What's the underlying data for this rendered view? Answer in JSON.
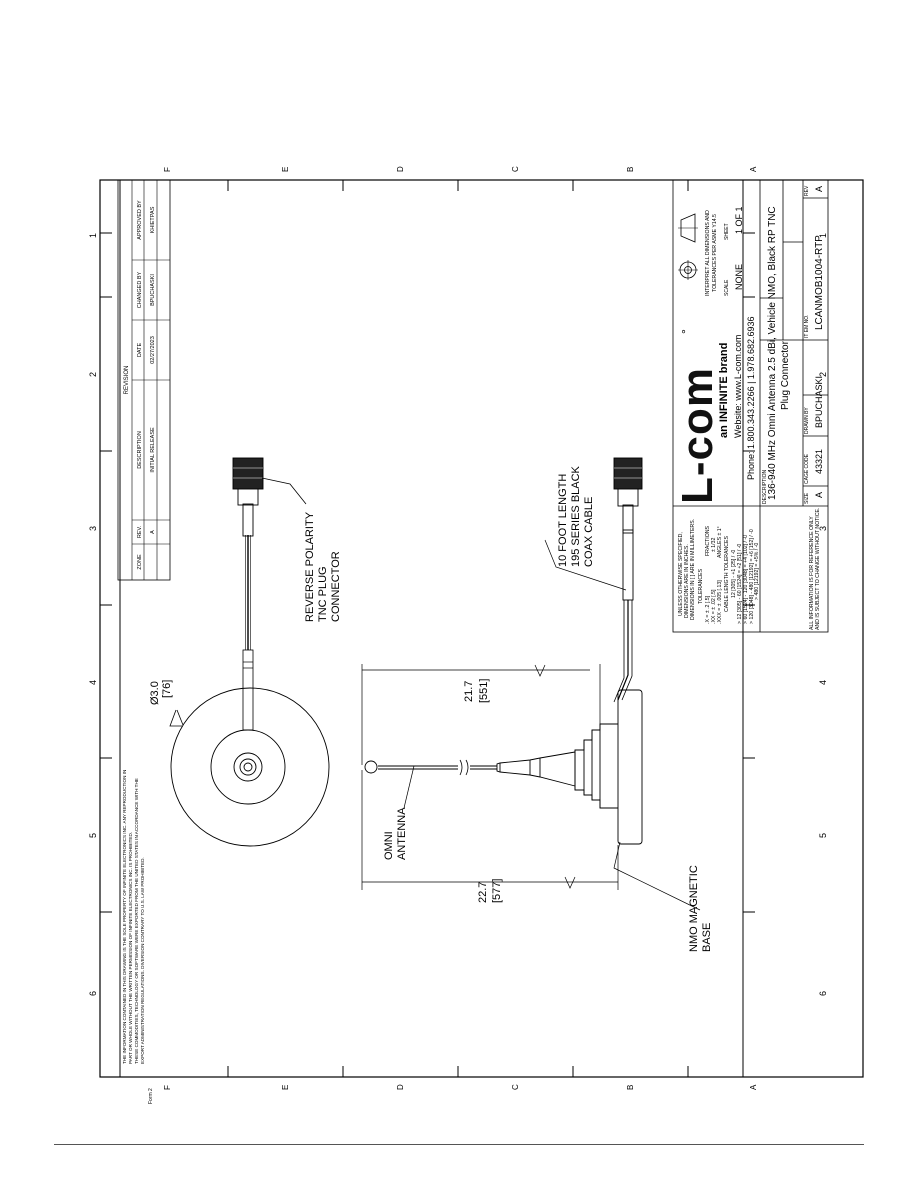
{
  "revision_block": {
    "title": "REVISION",
    "headers": {
      "zone": "ZONE",
      "rev": "REV.",
      "description": "DESCRIPTION",
      "date": "DATE",
      "changed_by": "CHANGED BY",
      "approved_by": "APPROVED BY"
    },
    "row": {
      "zone": "",
      "rev": "A",
      "description": "INITIAL RELEASE",
      "date": "02/27/2023",
      "changed_by": "BPUCHASKI",
      "approved_by": "KHIETPAS"
    }
  },
  "zones": {
    "numbers": [
      "1",
      "2",
      "3",
      "4",
      "5",
      "6"
    ],
    "letters": [
      "F",
      "E",
      "D",
      "C",
      "B",
      "A"
    ]
  },
  "callouts": {
    "diameter": "Ø3.0",
    "diameter_mm": "[76]",
    "connector": [
      "REVERSE POLARITY",
      "TNC PLUG",
      "CONNECTOR"
    ],
    "cable": [
      "10 FOOT LENGTH",
      "195 SERIES BLACK",
      "COAX CABLE"
    ],
    "antenna": [
      "OMNI",
      "ANTENNA"
    ],
    "base": [
      "NMO MAGNETIC",
      "BASE"
    ],
    "dim_a": "21.7",
    "dim_a_mm": "[551]",
    "dim_b": "22.7",
    "dim_b_mm": "[577]"
  },
  "title_block": {
    "logo": "L-com",
    "logo_mark": "°",
    "brand": "an INFINITE brand",
    "website": "Website: www.L-com.com",
    "phone": "Phone: 1.800.343.2266 | 1.978.682.6936",
    "tolerance_note": [
      "UNLESS OTHERWISE SPECIFIED,",
      "DIMENSIONS ARE IN INCHES.",
      "DIMENSIONS IN [ ] ARE IN MILLIMETERS."
    ],
    "tolerances_label": "TOLERANCES",
    "fractions_label": "FRACTIONS",
    "fractions_value": "± 1/32",
    "angles": "ANGLES ± 1°",
    "tol_x": ".X = ± .2   [.5]",
    "tol_xx": ".XX = ± .02   [.5]",
    "tol_xxx": ".XXX = ± .005   [.13]",
    "cable_label": "CABLE LENGTH TOLERANCES",
    "cable_lines": [
      "12 [305] - +1 [25] / -0",
      "> 12 [305] - 60 [1524] = +2 [51] / -0",
      "> 60 [1524] - 120 [3048] = +4 [102] / -0",
      "> 120 [3048] - 480 [12192] = +6 [152] / -0",
      "> 480 [12192] = +5% / -0"
    ],
    "all_info_note": [
      "ALL INFORMATION IS FOR REFERENCE ONLY",
      "AND IS SUBJECT TO CHANGE WITHOUT NOTICE."
    ],
    "projection_note": [
      "INTERPRET ALL DIMENSIONS AND",
      "TOLERANCES PER ASME Y14.5"
    ],
    "scale_label": "SCALE",
    "scale_value": "NONE",
    "sheet_label": "SHEET",
    "sheet_value": "1 OF 1",
    "description_label": "DESCRIPTION",
    "description": [
      "136-940 MHz Omni Antenna 2.5 dBi, Vehicle NMO, Black RP TNC",
      "Plug Connector"
    ],
    "size_label": "SIZE",
    "size_value": "A",
    "cage_label": "CAGE CODE",
    "cage_value": "43321",
    "drawn_label": "DRAWN BY",
    "drawn_value": "BPUCHASKI",
    "part_label": "IT EM NO.",
    "part_value": "LCANMOB1004-RTP",
    "rev_label": "REV",
    "rev_value": "A"
  },
  "proprietary": [
    "THE INFORMATION CONTAINED IN THIS DRAWING IS THE SOLE PROPERTY OF INFINITE ELECTRONICS INC. ANY REPRODUCTION IN",
    "PART OR WHOLE WITHOUT THE WRITTEN PERMISSION OF INFINITE ELECTRONICS INC. IS PROHIBITED.",
    "THESE COMMODITIES, TECHNOLOGY OR SOFTWARE WERE EXPORTED FROM THE UNITED STATES IN ACCORDANCE WITH THE",
    "EXPORT ADMINISTRATION REGULATIONS. DIVERSION CONTRARY TO U.S. LAW PROHIBITED."
  ],
  "form_code": "Form 2"
}
